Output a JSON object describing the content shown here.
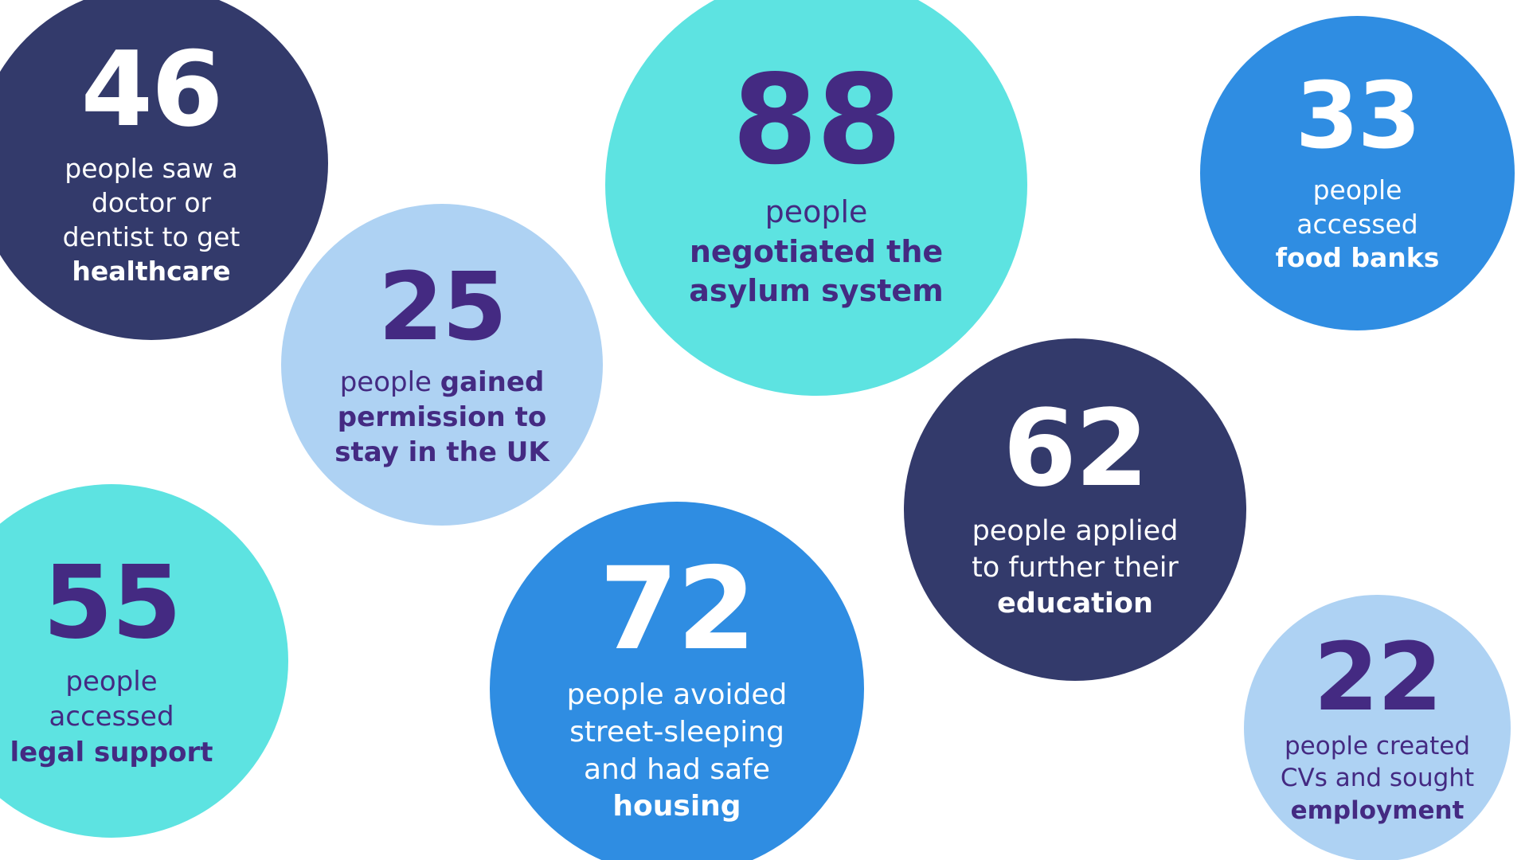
{
  "page": {
    "background_color": "#ffffff",
    "description": "Infographic of eight coloured circles showing outcomes statistics"
  },
  "palette": {
    "navy": "#333a6b",
    "blue": "#2f8de2",
    "teal": "#5de3e1",
    "light_blue": "#aed2f3",
    "purple_text": "#442a82",
    "white_text": "#ffffff"
  },
  "chart_data": {
    "type": "bubble",
    "title": "",
    "categories": [
      "healthcare",
      "permission to stay in the UK",
      "asylum system",
      "food banks",
      "legal support",
      "housing",
      "education",
      "employment"
    ],
    "values": [
      46,
      25,
      88,
      33,
      55,
      72,
      62,
      22
    ],
    "labels": [
      "46 people saw a doctor or dentist to get healthcare",
      "25 people gained permission to stay in the UK",
      "88 people negotiated the asylum system",
      "33 people accessed food banks",
      "55 people accessed legal support",
      "72 people avoided street-sleeping and had safe housing",
      "62 people applied to further their education",
      "22 people created CVs and sought employment"
    ],
    "bubble_colors": [
      "#333a6b",
      "#aed2f3",
      "#5de3e1",
      "#2f8de2",
      "#5de3e1",
      "#2f8de2",
      "#333a6b",
      "#aed2f3"
    ],
    "legend": "none",
    "grid": false
  },
  "circles": [
    {
      "id": "healthcare",
      "value": "46",
      "text_regular": "people saw a\ndoctor or\ndentist to get\n",
      "text_bold": "healthcare",
      "fill": "#333a6b",
      "text_color": "#ffffff"
    },
    {
      "id": "permission-to-stay",
      "value": "25",
      "text_regular": "people ",
      "text_bold": "gained\npermission to\nstay in the UK",
      "fill": "#aed2f3",
      "text_color": "#442a82"
    },
    {
      "id": "asylum-system",
      "value": "88",
      "text_regular": "people\n",
      "text_bold": "negotiated the\nasylum system",
      "fill": "#5de3e1",
      "text_color": "#442a82"
    },
    {
      "id": "food-banks",
      "value": "33",
      "text_regular": "people\naccessed\n",
      "text_bold": "food banks",
      "fill": "#2f8de2",
      "text_color": "#ffffff"
    },
    {
      "id": "legal-support",
      "value": "55",
      "text_regular": "people\naccessed\n",
      "text_bold": "legal support",
      "fill": "#5de3e1",
      "text_color": "#442a82"
    },
    {
      "id": "housing",
      "value": "72",
      "text_regular": "people avoided\nstreet-sleeping\nand had safe\n",
      "text_bold": "housing",
      "fill": "#2f8de2",
      "text_color": "#ffffff"
    },
    {
      "id": "education",
      "value": "62",
      "text_regular": "people applied\nto further their\n",
      "text_bold": "education",
      "fill": "#333a6b",
      "text_color": "#ffffff"
    },
    {
      "id": "employment",
      "value": "22",
      "text_regular": "people created\nCVs and sought\n",
      "text_bold": "employment",
      "fill": "#aed2f3",
      "text_color": "#442a82"
    }
  ]
}
